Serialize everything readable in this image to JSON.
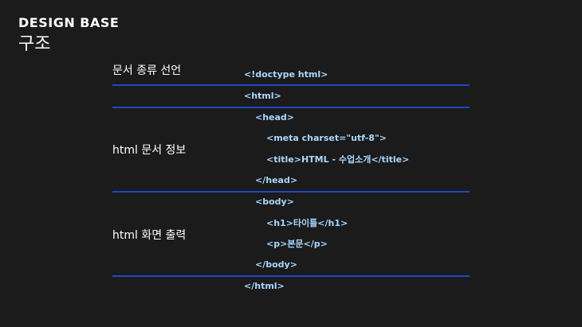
{
  "header": {
    "brand": "DESIGN BASE",
    "title": "구조"
  },
  "labels": {
    "doctype": "문서 종류 선언",
    "head": "html 문서 정보",
    "body": "html 화면 출력"
  },
  "code": {
    "doctype": "<!doctype html>",
    "html_open": "<html>",
    "head_open": "<head>",
    "meta": "<meta charset=\"utf-8\">",
    "title": "<title>HTML - 수업소개</title>",
    "head_close": "</head>",
    "body_open": "<body>",
    "h1": "<h1>타이틀</h1>",
    "p": "<p>본문</p>",
    "body_close": "</body>",
    "html_close": "</html>"
  },
  "colors": {
    "background": "#1b1b1b",
    "code_text": "#a9d6ff",
    "divider": "#1f46c8",
    "text": "#ffffff"
  }
}
